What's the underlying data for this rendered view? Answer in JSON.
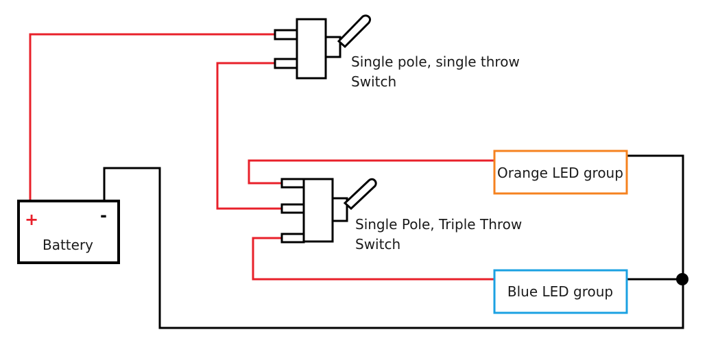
{
  "battery": {
    "label": "Battery",
    "positive_sign": "+",
    "negative_sign": "-"
  },
  "spst_switch": {
    "label_line1": "Single pole, single throw",
    "label_line2": "Switch"
  },
  "sp3t_switch": {
    "label_line1": "Single Pole, Triple Throw",
    "label_line2": "Switch"
  },
  "orange_led": {
    "label": "Orange LED group",
    "color": "#f5821f"
  },
  "blue_led": {
    "label": "Blue LED group",
    "color": "#1ba1e2"
  },
  "colors": {
    "positive_wire": "#e8202a",
    "ground_wire": "#000000",
    "positive_sign": "#e8202a",
    "negative_sign": "#000000"
  }
}
